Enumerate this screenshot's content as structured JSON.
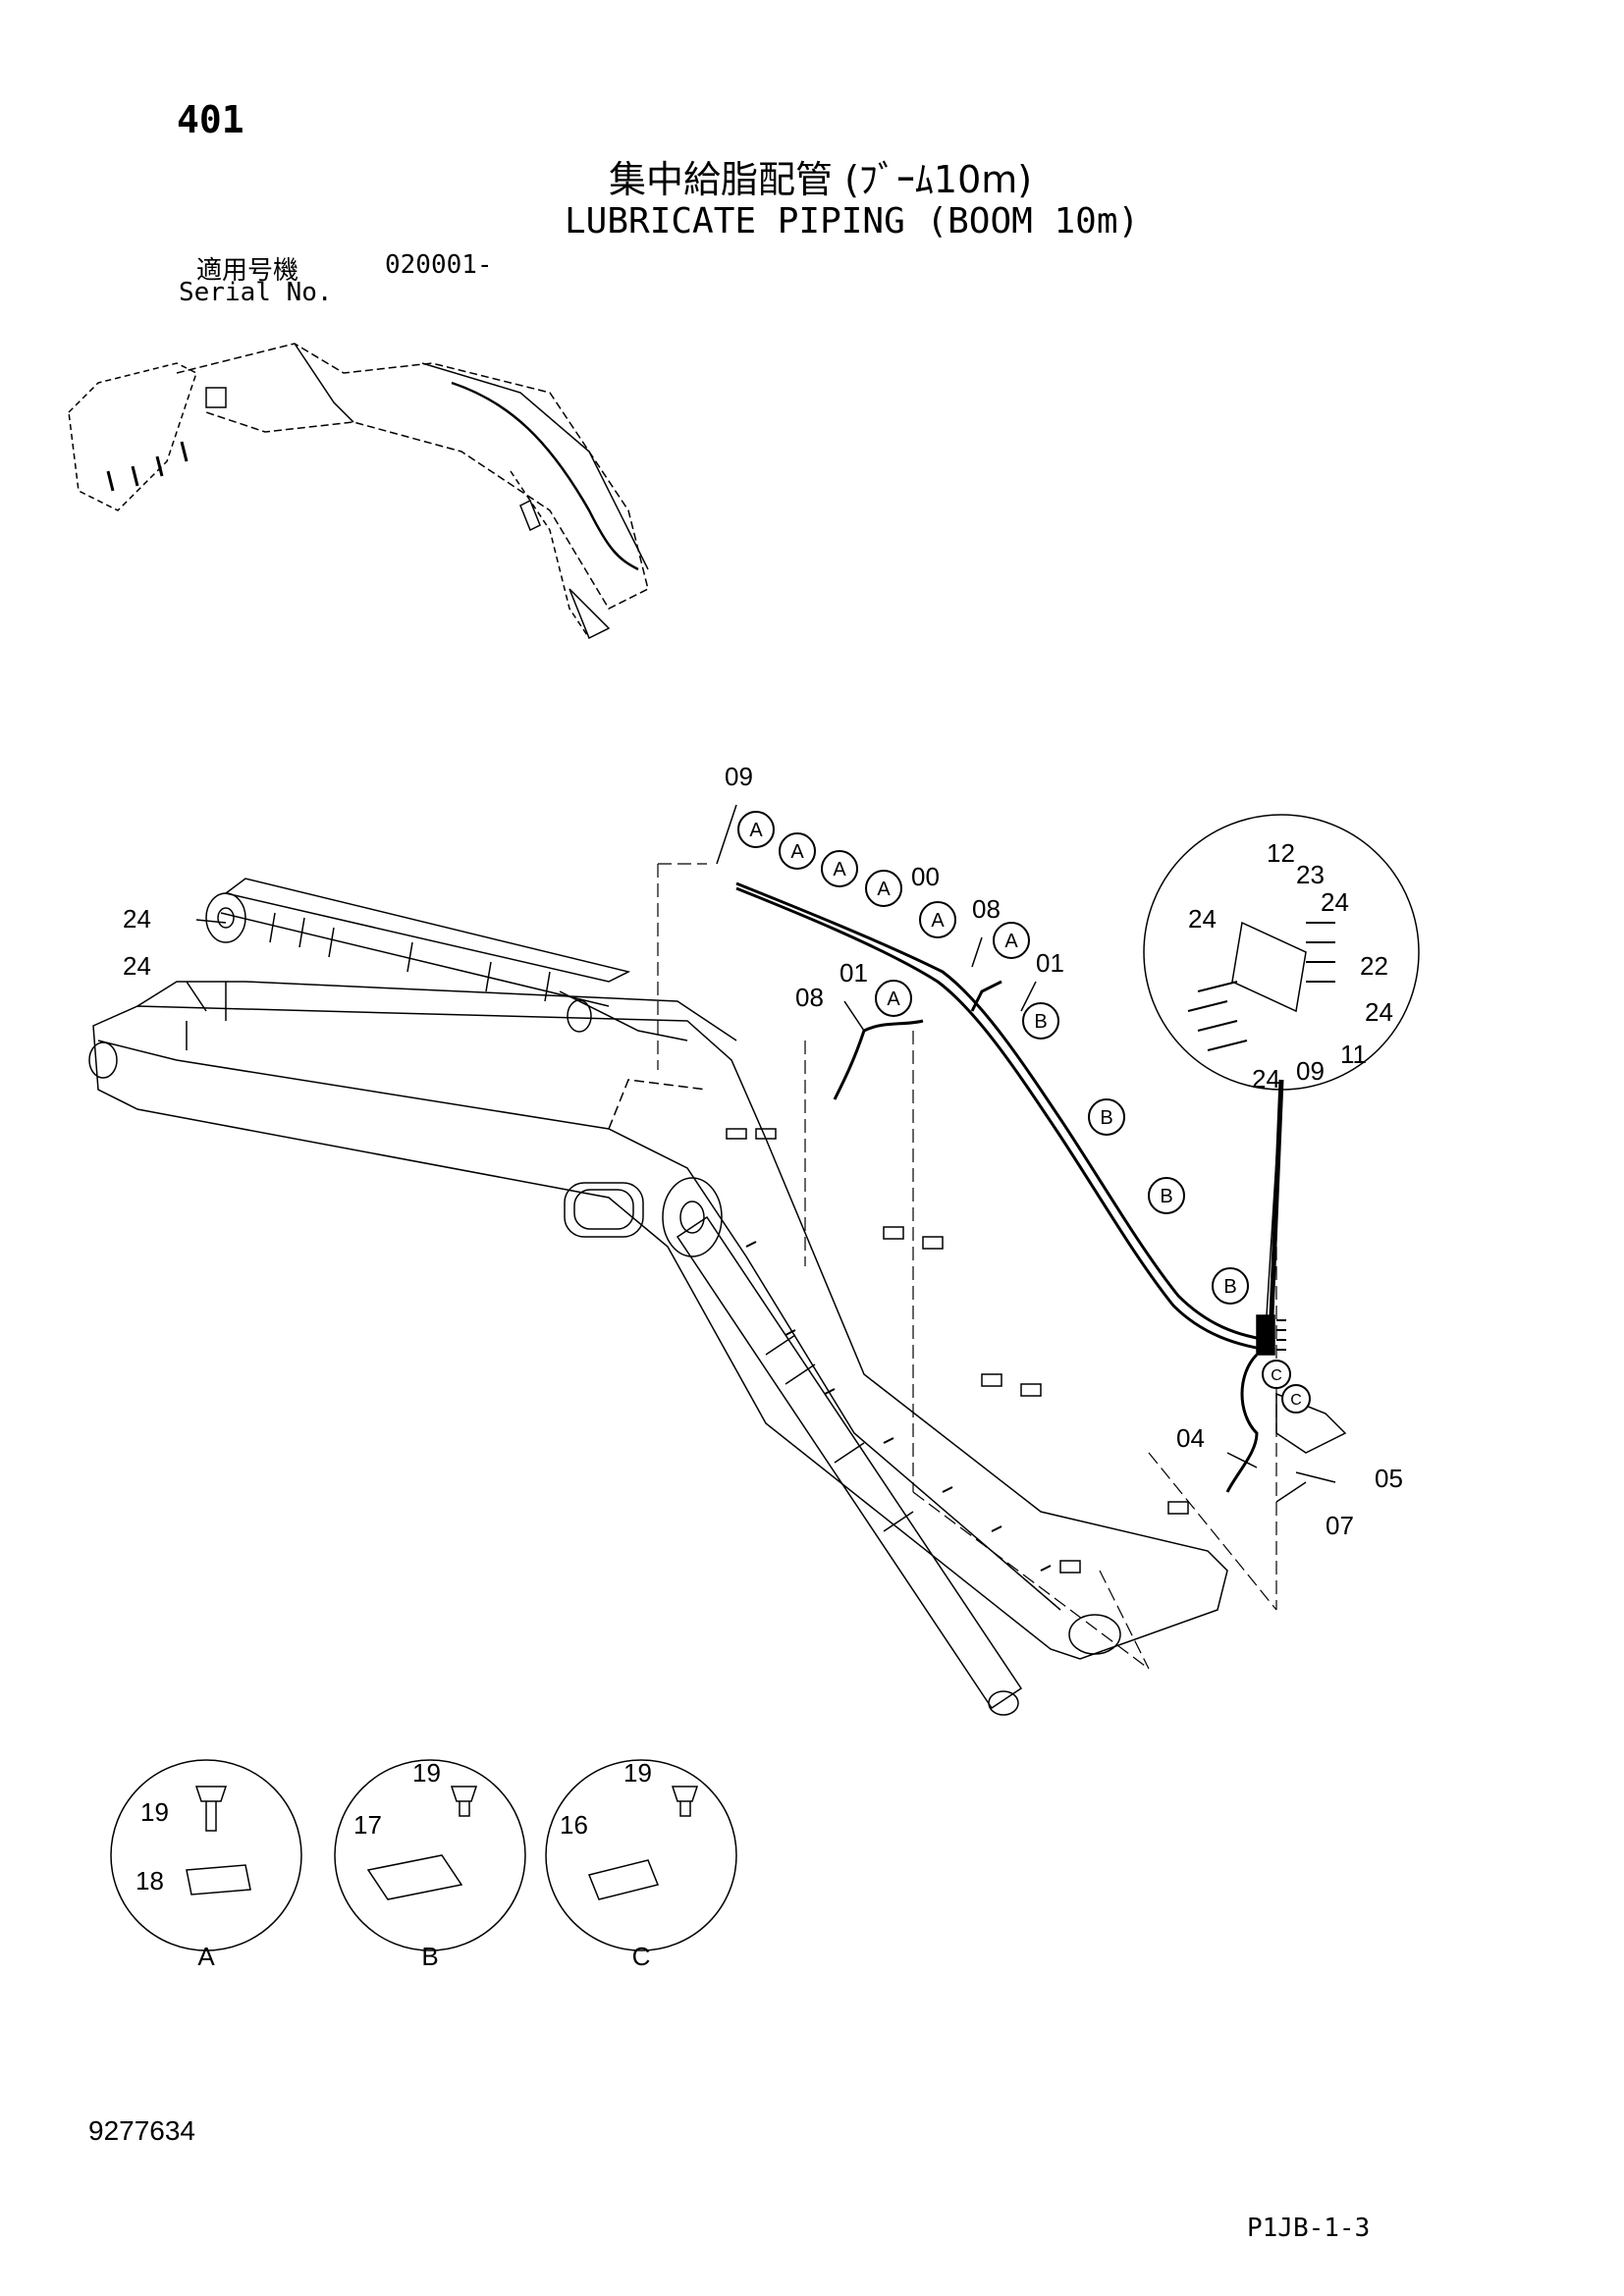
{
  "header": {
    "page_number": "401",
    "title_jp": "集中給脂配管 (ﾌﾞｰﾑ10m)",
    "title_en": "LUBRICATE PIPING (BOOM 10m)",
    "serial_label_jp": "適用号機",
    "serial_number": "020001-",
    "serial_label_en": "Serial No."
  },
  "callouts": {
    "c09": "09",
    "c00": "00",
    "c08a": "08",
    "c08b": "08",
    "c01a": "01",
    "c01b": "01",
    "c12": "12",
    "c23": "23",
    "c24": "24",
    "c22": "22",
    "c11": "11",
    "c04": "04",
    "c05": "05",
    "c07": "07",
    "c16": "16",
    "c17": "17",
    "c18": "18",
    "c19": "19"
  },
  "markers": {
    "A": "A",
    "B": "B",
    "C": "C"
  },
  "detail_views": [
    {
      "label": "A",
      "parts": [
        "19",
        "18"
      ]
    },
    {
      "label": "B",
      "parts": [
        "19",
        "17"
      ]
    },
    {
      "label": "C",
      "parts": [
        "19",
        "16"
      ]
    }
  ],
  "footer": {
    "doc_number": "9277634",
    "page_code": "P1JB-1-3"
  }
}
